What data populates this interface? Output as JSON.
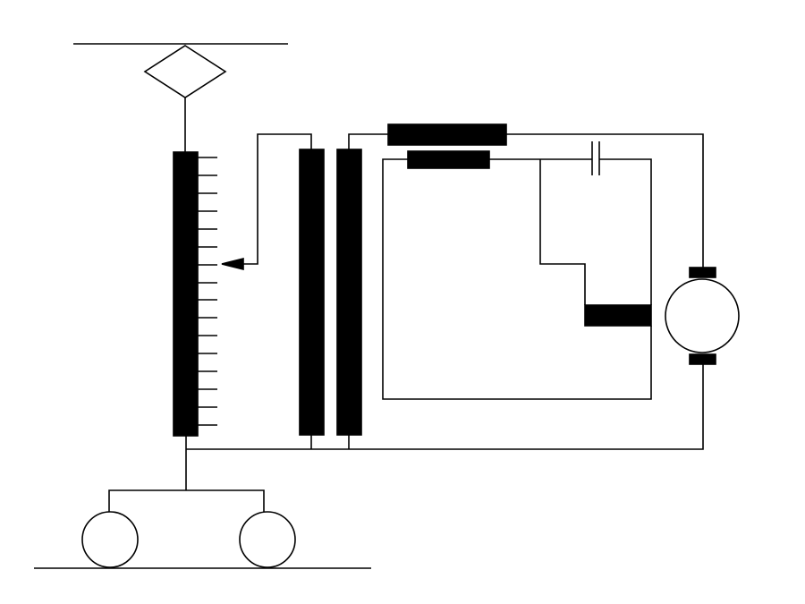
{
  "diagram": {
    "kind": "electrical-schematic",
    "colors": {
      "background": "#ffffff",
      "stroke": "#000000",
      "fill": "#000000"
    },
    "components": [
      "overhead-line",
      "pantograph",
      "tapped-transformer-winding",
      "tap-changer-arrow",
      "transformer-core-bar-left",
      "transformer-core-bar-right",
      "series-resistor-top",
      "series-resistor-lower",
      "capacitor",
      "load-resistor",
      "dc-motor",
      "wheel-left",
      "wheel-right",
      "rail"
    ],
    "tap_count": 16
  }
}
